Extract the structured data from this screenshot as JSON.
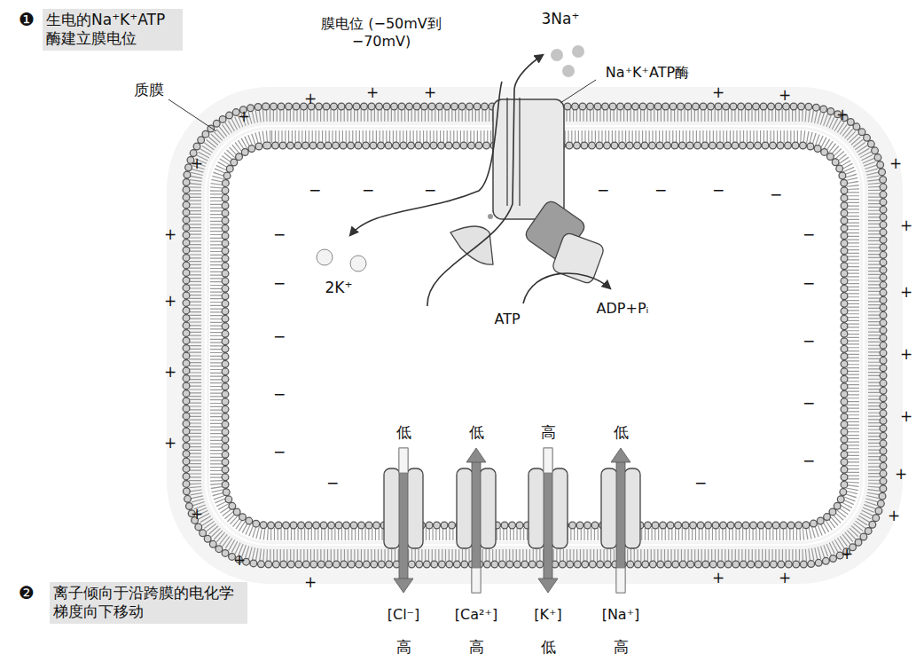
{
  "diagram": {
    "labels": [
      "❶",
      "生电的Na⁺K⁺ATP酶建立膜电位",
      "质膜",
      "膜电位 (−50mV到−70mV)",
      "3Na⁺",
      "Na⁺K⁺ATP酶",
      "2K⁺",
      "ATP",
      "ADP+Pᵢ",
      "低",
      "低",
      "高",
      "低",
      "[Cl⁻]",
      "[Ca²⁺]",
      "[K⁺]",
      "[Na⁺]",
      "高",
      "高",
      "低",
      "高",
      "❷",
      "离子倾向于沿跨膜的电化学梯度向下移动",
      "+",
      "+",
      "+",
      "+",
      "+",
      "+",
      "+",
      "+",
      "+",
      "+",
      "+",
      "+",
      "+",
      "+",
      "+",
      "+",
      "+",
      "+",
      "+",
      "+",
      "+",
      "+",
      "+",
      "+",
      "+",
      "−",
      "−",
      "−",
      "−",
      "−",
      "−",
      "−",
      "−",
      "−",
      "−",
      "−",
      "−",
      "−",
      "−",
      "−",
      "−",
      "−",
      "−",
      "−"
    ]
  }
}
